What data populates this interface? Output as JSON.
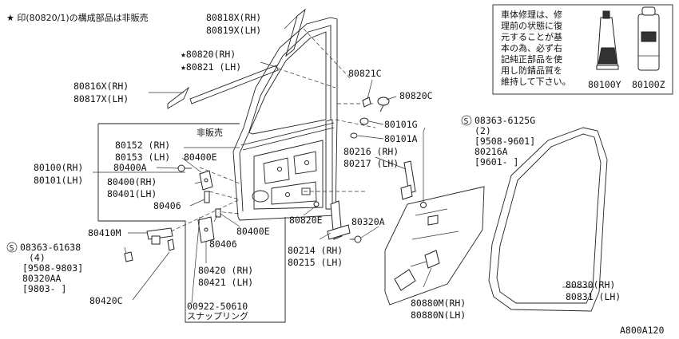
{
  "diagram": {
    "header_note": "★ 印(80820/1)の構成部品は非販売",
    "not_sold_label": "非販売",
    "repair_box_text": [
      "車体修理は、修",
      "理前の状態に復",
      "元することが基",
      "本の為、必ず右",
      "記純正部品を使",
      "用し防錆品質を",
      "維持して下さい。"
    ],
    "figure_code": "A800A120",
    "labels": {
      "p80818x": "80818X(RH)",
      "p80819x": "80819X(LH)",
      "p80820": "★80820(RH)",
      "p80821": "★80821 (LH)",
      "p80816x": "80816X(RH)",
      "p80817x": "80817X(LH)",
      "p80821c": "80821C",
      "p80820c": "80820C",
      "p80101g": "80101G",
      "p80101a": "80101A",
      "p80152": "80152 (RH)",
      "p80153": "80153 (LH)",
      "p80400e_a": "80400E",
      "p80400a": "80400A",
      "p80100": "80100(RH)",
      "p80101": "80101(LH)",
      "p80400": "80400(RH)",
      "p80401": "80401(LH)",
      "p80406_a": "80406",
      "p80406_b": "80406",
      "p80400e_b": "80400E",
      "p80820e": "80820E",
      "p80216": "80216 (RH)",
      "p80217": "80217 (LH)",
      "s08363_6125g": "08363-6125G",
      "s_qty_2": "(2)",
      "s_range_a": "[9508-9601]",
      "p80216a": "80216A",
      "s_range_b": "[9601-     ]",
      "p80410m": "80410M",
      "s08363_61638": "08363-61638",
      "s_qty_4": "(4)",
      "s_range_c": "[9508-9803]",
      "p80320aa": "80320AA",
      "s_range_d": "[9803-     ]",
      "p80420c": "80420C",
      "p80420": "80420 (RH)",
      "p80421": "80421 (LH)",
      "p00922": "00922-50610",
      "snap_ring": "スナップリング",
      "p80320a": "80320A",
      "p80214": "80214 (RH)",
      "p80215": "80215 (LH)",
      "p80880m": "80880M(RH)",
      "p80880n": "80880N(LH)",
      "p80830": "80830(RH)",
      "p80831": "80831 (LH)",
      "p80100y": "80100Y",
      "p80100z": "80100Z",
      "screw_symbol": "S"
    }
  }
}
